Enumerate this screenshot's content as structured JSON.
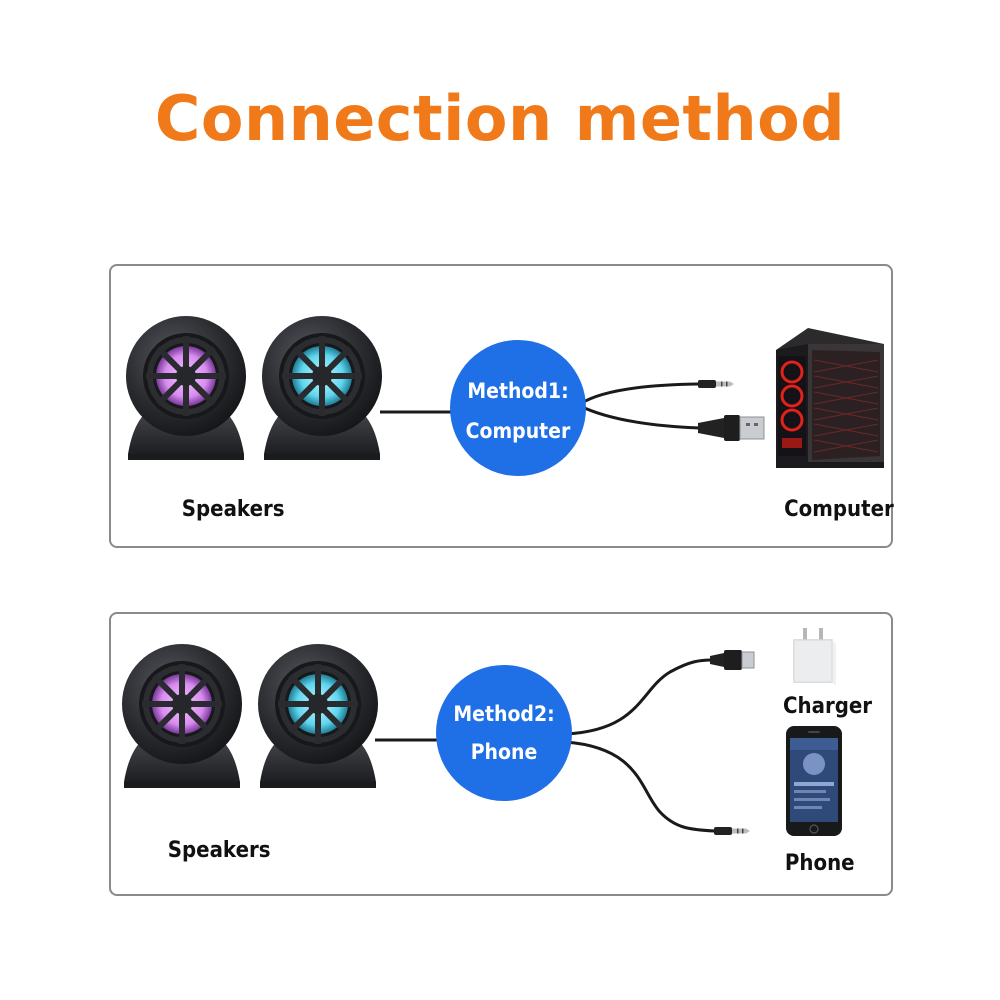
{
  "title": "Connection method",
  "colors": {
    "title": "#f07a1a",
    "badge": "#1f6fe6",
    "panel_border": "#8a8a8a",
    "speaker_body": "#2a2c30",
    "led_pink": "#d98cf0",
    "led_cyan": "#5fd6ee",
    "pc_red": "#e0221a"
  },
  "method1": {
    "badge_line1": "Method1:",
    "badge_line2": "Computer",
    "speakers_label": "Speakers",
    "device_label": "Computer"
  },
  "method2": {
    "badge_line1": "Method2:",
    "badge_line2": "Phone",
    "speakers_label": "Speakers",
    "charger_label": "Charger",
    "phone_label": "Phone"
  },
  "icons": [
    "speaker-icon",
    "aux-plug-icon",
    "usb-plug-icon",
    "computer-tower-icon",
    "usb-charger-icon",
    "smartphone-icon"
  ]
}
